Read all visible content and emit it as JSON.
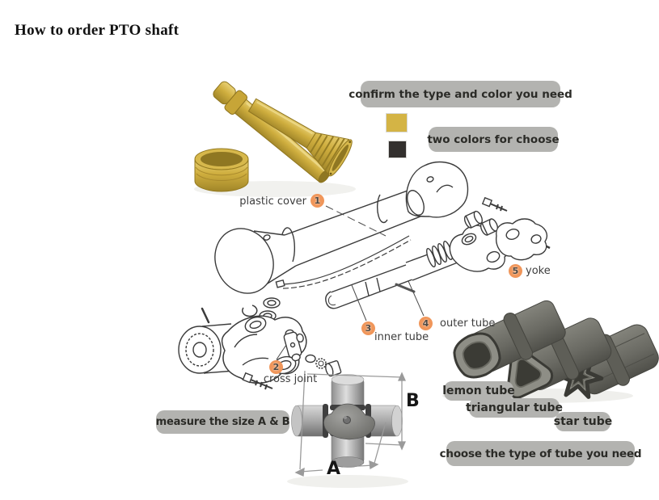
{
  "page": {
    "title": "How to order PTO shaft"
  },
  "callouts": {
    "confirm_type_color": "confirm the type and color you need",
    "two_colors": "two colors for choose",
    "measure_size": "measure the size A & B",
    "choose_tube": "choose the type of tube you need"
  },
  "color_options": {
    "yellow": "#d4b445",
    "black": "#33302e"
  },
  "marker_color": "#f0965a",
  "label_box_color": "#b3b3b0",
  "parts": [
    {
      "num": "1",
      "label": "plastic cover"
    },
    {
      "num": "2",
      "label": "cross joint"
    },
    {
      "num": "3",
      "label": "inner tube"
    },
    {
      "num": "4",
      "label": "outer tube"
    },
    {
      "num": "5",
      "label": "yoke"
    }
  ],
  "tube_types": [
    {
      "label": "lemon tube"
    },
    {
      "label": "triangular tube"
    },
    {
      "label": "star tube"
    }
  ],
  "dimensions": {
    "width_label": "A",
    "height_label": "B"
  }
}
